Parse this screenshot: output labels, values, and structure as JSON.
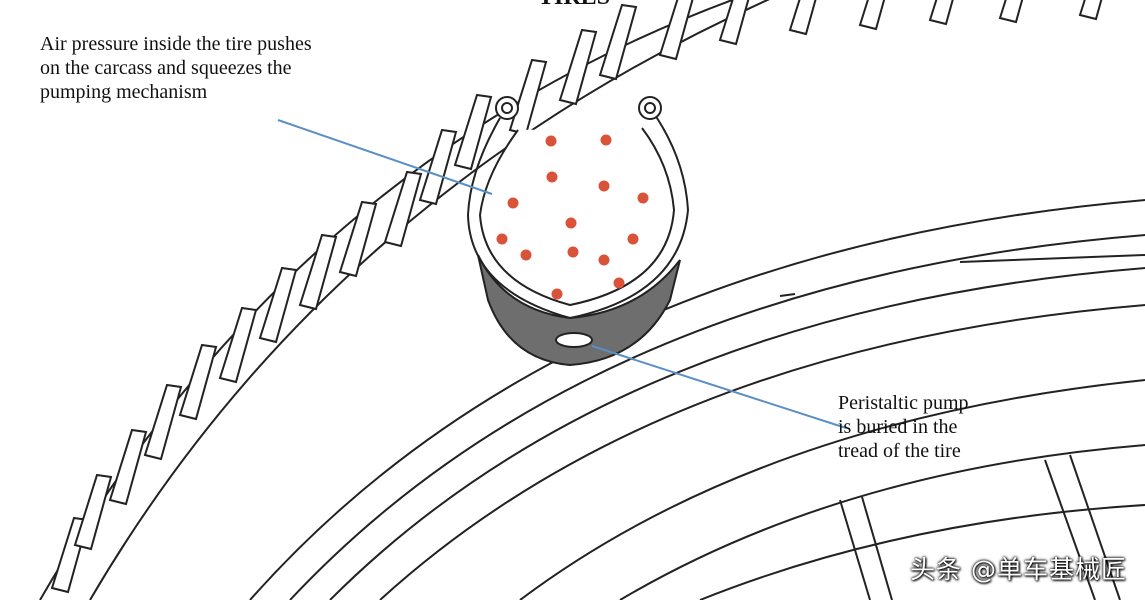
{
  "title_fragment": "TIRES",
  "annotations": {
    "air_pressure": "Air pressure inside the tire pushes\non the carcass and squeezes the\npumping mechanism",
    "pump": "Peristaltic pump\nis buried in the\ntread of the tire"
  },
  "watermark": "头条 @单车基械匠",
  "colors": {
    "leader_line": "#5b8fc4",
    "air_dots": "#d9533a",
    "tread_fill": "#6e6e6e",
    "outline": "#222222"
  }
}
